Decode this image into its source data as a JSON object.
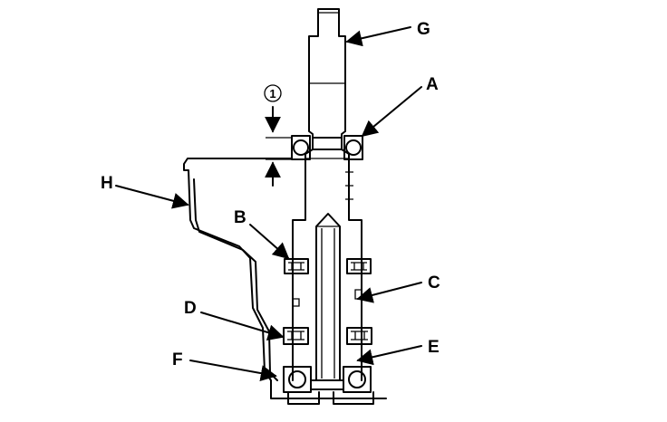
{
  "labels": {
    "G": "G",
    "A": "A",
    "H": "H",
    "B": "B",
    "C": "C",
    "D": "D",
    "E": "E",
    "F": "F",
    "ref1": "1"
  }
}
